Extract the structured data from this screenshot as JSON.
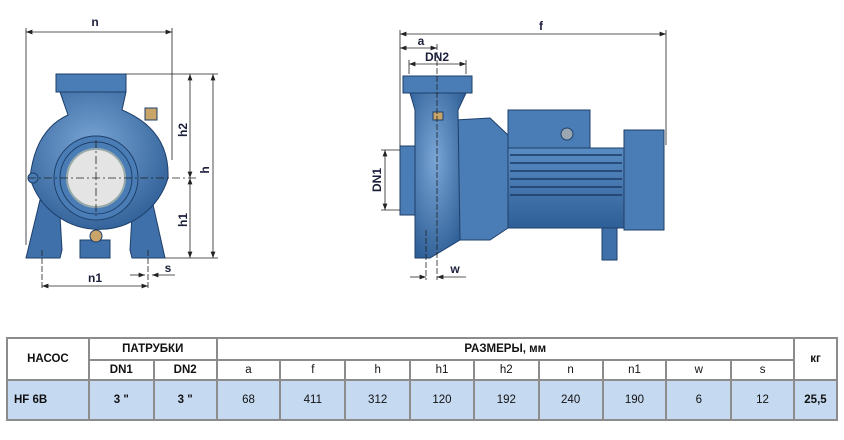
{
  "drawing_front": {
    "labels": {
      "n": "n",
      "h": "h",
      "h1": "h1",
      "h2": "h2",
      "n1": "n1",
      "s": "s"
    }
  },
  "drawing_side": {
    "labels": {
      "f": "f",
      "a": "a",
      "DN2": "DN2",
      "DN1": "DN1",
      "w": "w"
    }
  },
  "colors": {
    "pump_body": "#4a7db5",
    "pump_dark": "#2f5f97",
    "table_data_bg": "#c5d9f1",
    "border": "#8c8c8c"
  },
  "table": {
    "header": {
      "pump": "НАСОС",
      "ports": "ПАТРУБКИ",
      "sizes": "РАЗМЕРЫ, мм",
      "weight": "кг"
    },
    "subheaders": [
      "DN1",
      "DN2",
      "a",
      "f",
      "h",
      "h1",
      "h2",
      "n",
      "n1",
      "w",
      "s"
    ],
    "row": {
      "pump": "HF 6B",
      "values": [
        "3 \"",
        "3 \"",
        "68",
        "411",
        "312",
        "120",
        "192",
        "240",
        "190",
        "6",
        "12"
      ],
      "weight": "25,5"
    }
  }
}
